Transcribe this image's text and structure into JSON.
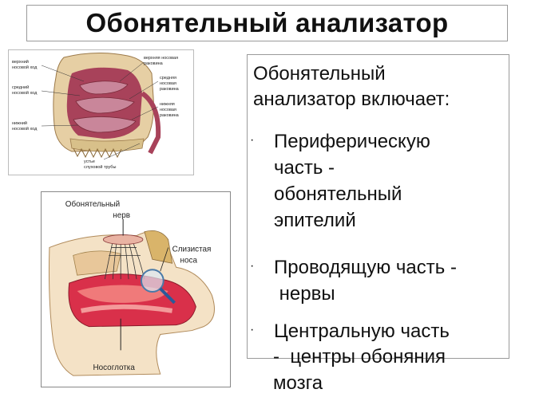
{
  "title": "Обонятельный анализатор",
  "figure1": {
    "labels": {
      "upper_passage": [
        "верхний",
        "носовой ход"
      ],
      "upper_concha": [
        "верхняя носовая",
        "раковина"
      ],
      "middle_passage": [
        "средний",
        "носовой ход"
      ],
      "middle_concha": [
        "средняя",
        "носовая",
        "раковина"
      ],
      "lower_concha": [
        "нижняя",
        "носовая",
        "раковина"
      ],
      "lower_passage": [
        "нижний",
        "носовой ход"
      ],
      "tube_mouth": [
        "устье",
        "слуховой трубы"
      ]
    }
  },
  "figure2": {
    "labels": {
      "nerve": [
        "Обонятельный",
        "нерв"
      ],
      "mucosa": [
        "Слизистая",
        "носа"
      ],
      "nasopharynx": "Носоглотка"
    }
  },
  "text": {
    "intro_line1": "Обонятельный",
    "intro_line2": "анализатор включает:",
    "bullet": "·",
    "items": [
      {
        "lines": [
          "Периферическую",
          "часть -",
          "обонятельный",
          "эпителий"
        ]
      },
      {
        "lines": [
          "Проводящую часть -",
          " нервы"
        ]
      },
      {
        "lines": [
          "Центральную часть",
          "-  центры обоняния",
          "мозга"
        ]
      }
    ]
  },
  "colors": {
    "muscle": "#a8425a",
    "bone": "#e8d2a8",
    "mucosa": "#d9304a",
    "nerve": "#3a3a3a"
  }
}
